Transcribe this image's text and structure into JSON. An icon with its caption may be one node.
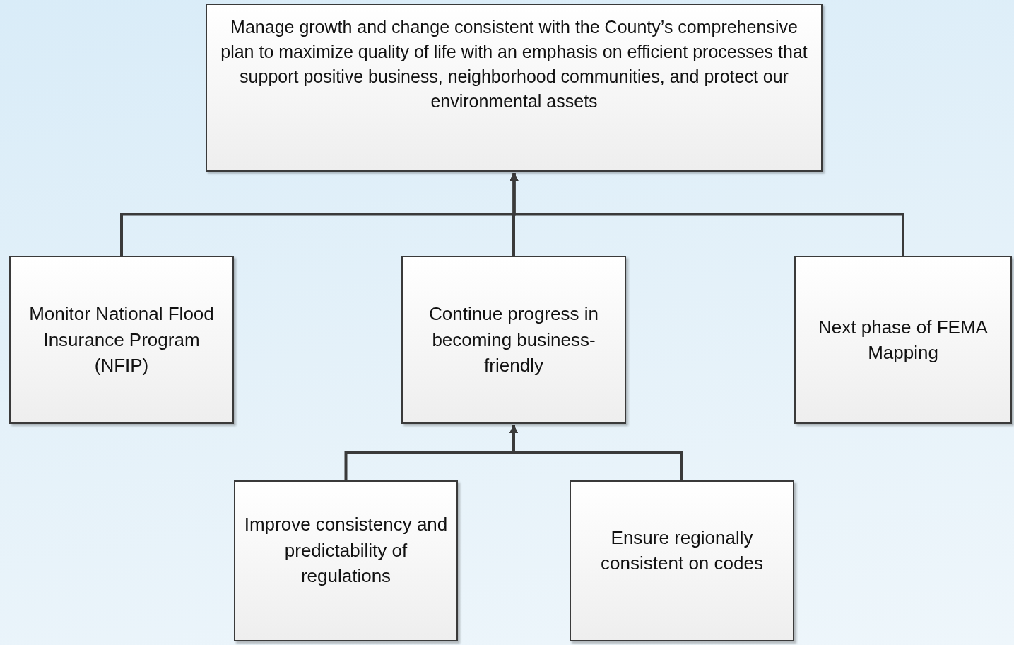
{
  "diagram": {
    "nodes": [
      {
        "text": [
          "Manage growth and change consistent with the County’s comprehensive plan to maximize quality of life with an emphasis on efficient processes that support positive business, neighborhood communities, and protect our environmental assets"
        ]
      },
      {
        "text": [
          "Monitor National Flood Insurance Program (NFIP)"
        ]
      },
      {
        "text": [
          "Continue progress in becoming business-friendly"
        ]
      },
      {
        "text": [
          "Next phase of FEMA Mapping"
        ]
      },
      {
        "text": [
          "Improve consistency and predictability of regulations"
        ]
      },
      {
        "text": [
          "Ensure regionally consistent on codes"
        ]
      }
    ],
    "edges": [
      {
        "from": 1,
        "to": 0,
        "arrow": "to"
      },
      {
        "from": 2,
        "to": 0,
        "arrow": "to"
      },
      {
        "from": 3,
        "to": 0,
        "arrow": "to"
      },
      {
        "from": 4,
        "to": 2,
        "arrow": "to"
      },
      {
        "from": 5,
        "to": 2,
        "arrow": "to"
      }
    ]
  }
}
